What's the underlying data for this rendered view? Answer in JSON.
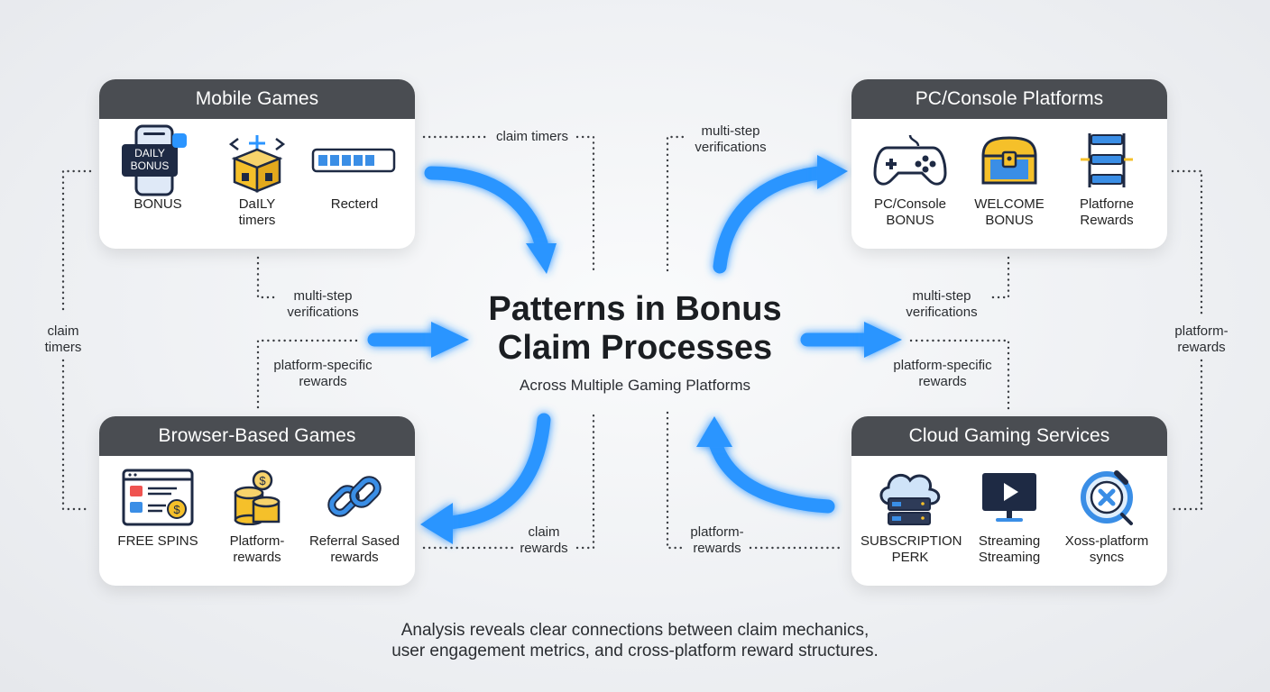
{
  "center": {
    "title": "Patterns in Bonus\nClaim Processes",
    "subtitle": "Across Multiple Gaming Platforms"
  },
  "cards": {
    "mobile": {
      "title": "Mobile Games",
      "items": [
        {
          "icon": "daily-bonus-phone-icon",
          "icon_text": "DAILY\nBONUS",
          "label": "BONUS"
        },
        {
          "icon": "treasure-box-icon",
          "label": "DaILY\ntimers"
        },
        {
          "icon": "progress-bar-icon",
          "label": "Recterd"
        }
      ]
    },
    "pc": {
      "title": "PC/Console Platforms",
      "items": [
        {
          "icon": "gamepad-icon",
          "label": "PC/Console\nBONUS"
        },
        {
          "icon": "treasure-chest-icon",
          "label": "WELCOME\nBONUS"
        },
        {
          "icon": "reward-ladder-icon",
          "label": "Platforne\nRewards"
        }
      ]
    },
    "browser": {
      "title": "Browser-Based Games",
      "items": [
        {
          "icon": "browser-window-icon",
          "label": "FREE SPINS"
        },
        {
          "icon": "coin-stack-icon",
          "label": "Platform-\nrewards"
        },
        {
          "icon": "chain-link-icon",
          "label": "Referral Sased\nrewards"
        }
      ]
    },
    "cloud": {
      "title": "Cloud Gaming Services",
      "items": [
        {
          "icon": "cloud-server-icon",
          "label": "SUBSCRIPTION\nPERK"
        },
        {
          "icon": "streaming-monitor-icon",
          "label": "Streaming\nStreaming"
        },
        {
          "icon": "cross-platform-sync-icon",
          "label": "Xoss-platform\nsyncs"
        }
      ]
    }
  },
  "connectors": {
    "top_left": "claim timers",
    "top_right": "multi-step\nverifications",
    "left_upper": "multi-step\nverifications",
    "left_lower": "platform-specific\nrewards",
    "right_upper": "multi-step\nverifications",
    "right_lower": "platform-specific\nrewards",
    "far_left": "claim\ntimers",
    "far_right": "platform-\nrewards",
    "bottom_left": "claim\nrewards",
    "bottom_right": "platform-\nrewards"
  },
  "footer": "Analysis reveals clear connections between claim mechanics,\nuser engagement metrics, and cross-platform reward structures.",
  "colors": {
    "arrow": "#2b95ff",
    "header": "#4a4d52",
    "accent_yellow": "#f5c02a",
    "icon_navy": "#1e2a44",
    "icon_blue": "#3a8ee6"
  }
}
